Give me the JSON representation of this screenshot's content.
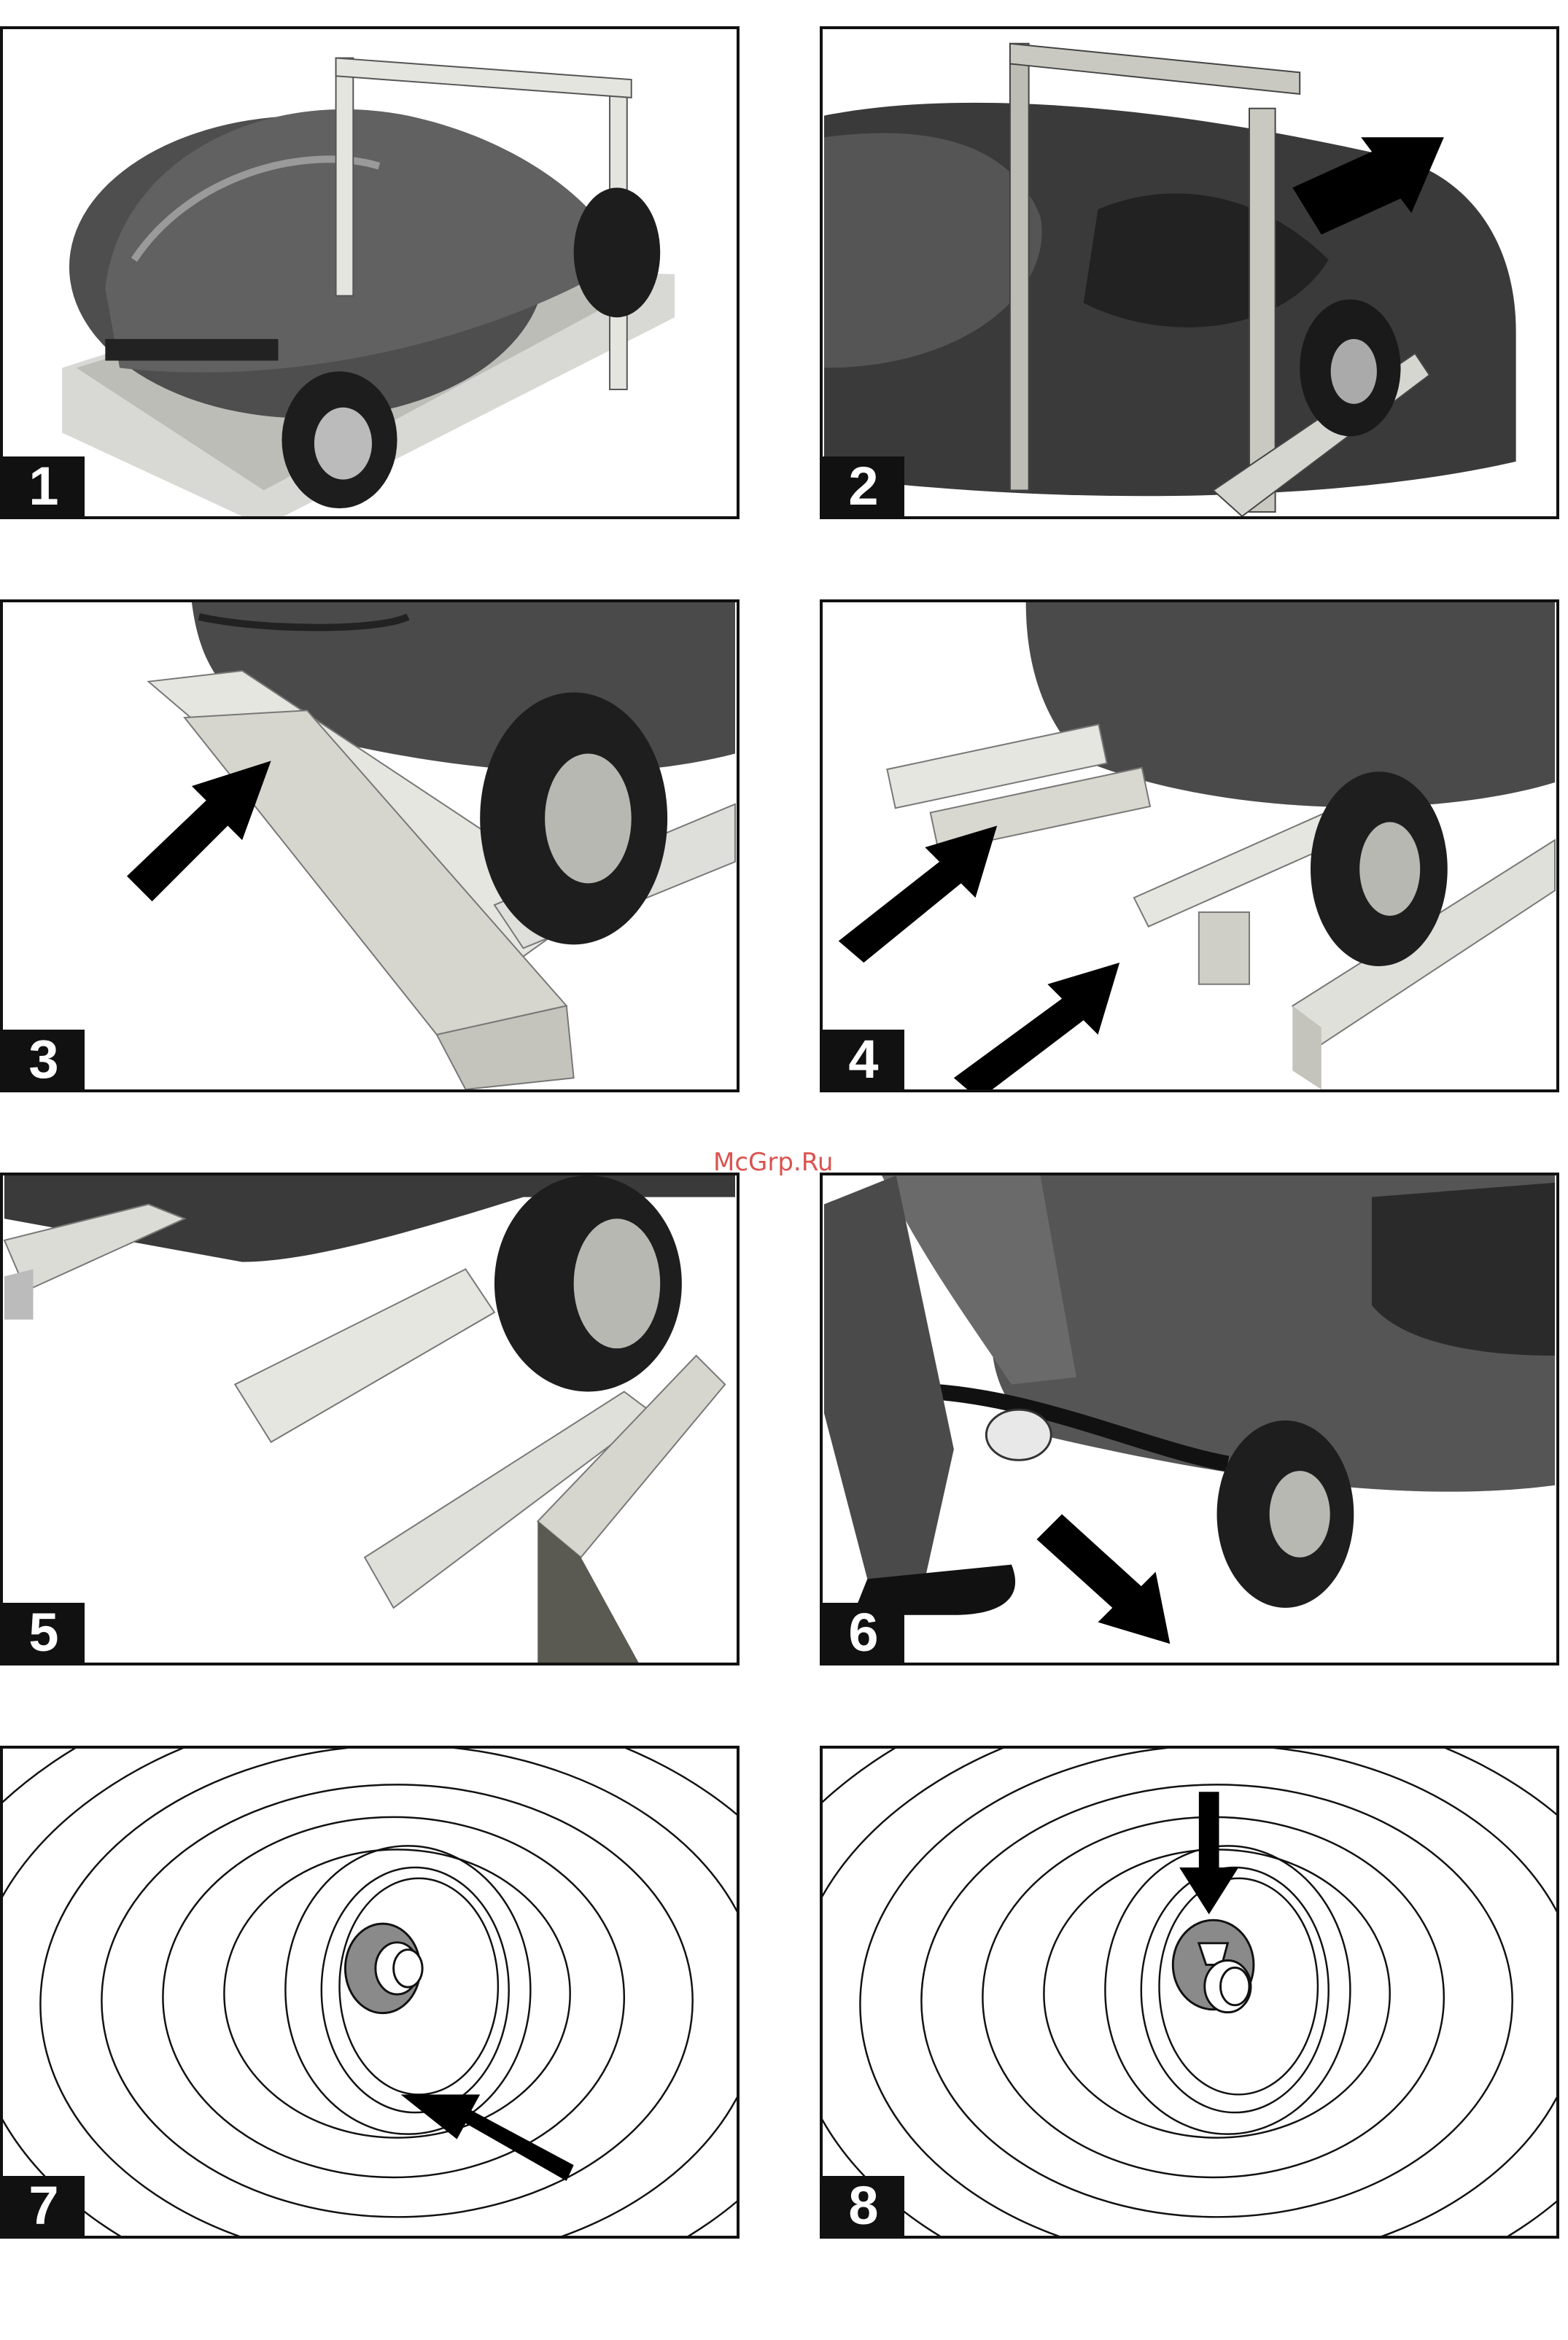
{
  "watermark": "McGrp.Ru",
  "figures": [
    {
      "number": "1"
    },
    {
      "number": "2"
    },
    {
      "number": "3"
    },
    {
      "number": "4"
    },
    {
      "number": "5"
    },
    {
      "number": "6"
    },
    {
      "number": "7"
    },
    {
      "number": "8"
    }
  ]
}
